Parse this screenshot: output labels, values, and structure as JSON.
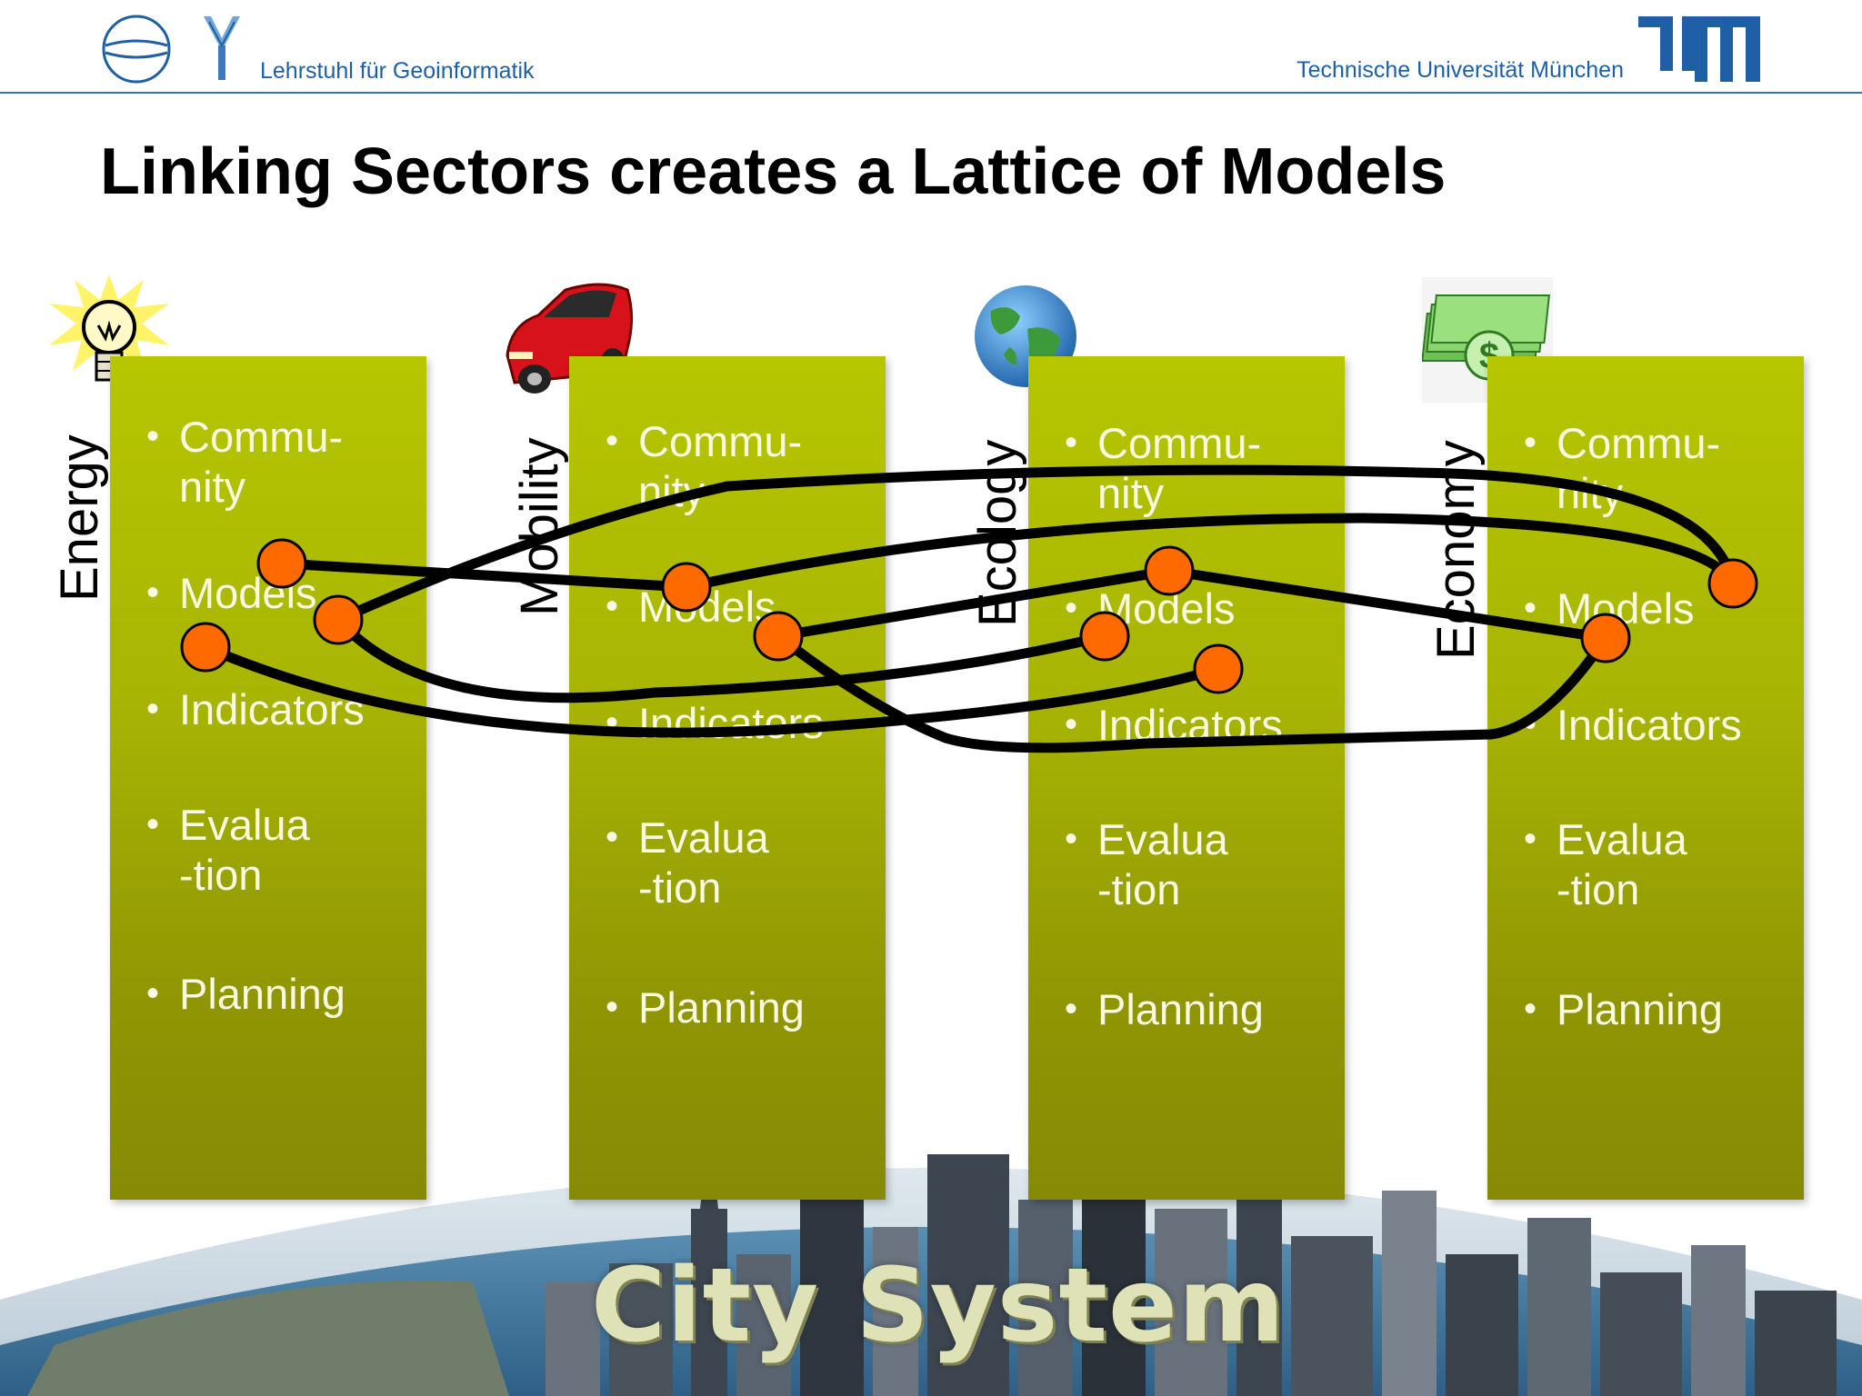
{
  "header": {
    "chair_name": "Lehrstuhl für Geoinformatik",
    "university_name": "Technische Universität München"
  },
  "title": "Linking Sectors creates a Lattice of Models",
  "colors": {
    "header_text": "#1f5fa6",
    "column_green": "#a8b504",
    "node_orange": "#ff6a00",
    "link_black": "#000000"
  },
  "sectors": [
    {
      "name": "Energy",
      "icon": "light-bulb-icon",
      "items": [
        "Commu-\nnity",
        "Models",
        "Indicators",
        "Evalua\n-tion",
        "Planning"
      ]
    },
    {
      "name": "Mobility",
      "icon": "red-car-icon",
      "items": [
        "Commu-\nnity",
        "Models",
        "Indicators",
        "Evalua\n-tion",
        "Planning"
      ]
    },
    {
      "name": "Ecology",
      "icon": "globe-icon",
      "items": [
        "Commu-\nnity",
        "Models",
        "Indicators",
        "Evalua\n-tion",
        "Planning"
      ]
    },
    {
      "name": "Economy",
      "icon": "money-stack-icon",
      "items": [
        "Commu-\nnity",
        "Models",
        "Indicators",
        "Evalua\n-tion",
        "Planning"
      ]
    }
  ],
  "bullet": "•",
  "city_system_label": "City System"
}
